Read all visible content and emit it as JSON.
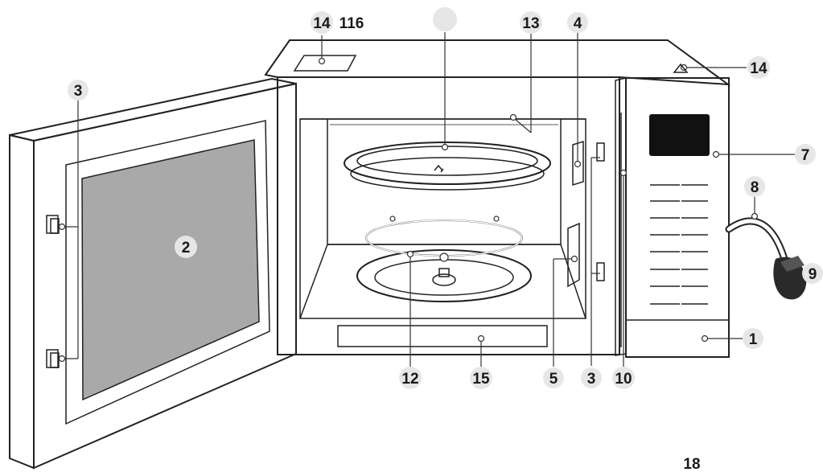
{
  "labels": {
    "n14_top": "14",
    "n11_16": "116",
    "n_unlabeled": "",
    "n13": "13",
    "n4": "4",
    "n14_right": "14",
    "n3_door": "3",
    "n7": "7",
    "n8": "8",
    "n2": "2",
    "n9": "9",
    "n1": "1",
    "n12": "12",
    "n15": "15",
    "n5": "5",
    "n3_bottom": "3",
    "n10": "10",
    "n18": "18"
  },
  "colors": {
    "line": "#222222",
    "window": "#a9a9a9",
    "cavity_wall": "#f2f2f2",
    "badge": "#e6e6e6",
    "display": "#111111"
  }
}
